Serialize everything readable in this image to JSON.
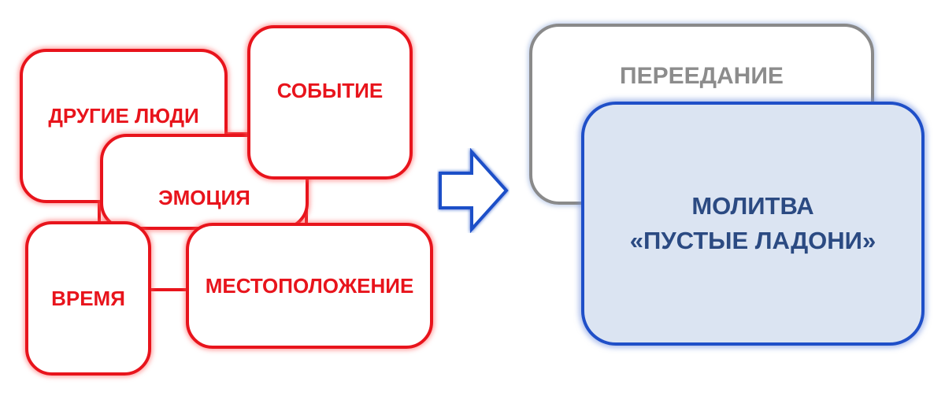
{
  "left_cluster": {
    "other_people": "ДРУГИЕ ЛЮДИ",
    "event": "СОБЫТИЕ",
    "emotion": "ЭМОЦИЯ",
    "time": "ВРЕМЯ",
    "location": "МЕСТОПОЛОЖЕНИЕ"
  },
  "right_cluster": {
    "overeating": "ПЕРЕЕДАНИЕ",
    "prayer_line1": "МОЛИТВА",
    "prayer_line2": "«ПУСТЫЕ ЛАДОНИ»"
  },
  "colors": {
    "trigger_red": "#e8141c",
    "habit_gray": "#8a8a8a",
    "replacement_blue": "#1f4fc8",
    "replacement_fill": "#dbe4f2",
    "replacement_text": "#2b4a82"
  }
}
